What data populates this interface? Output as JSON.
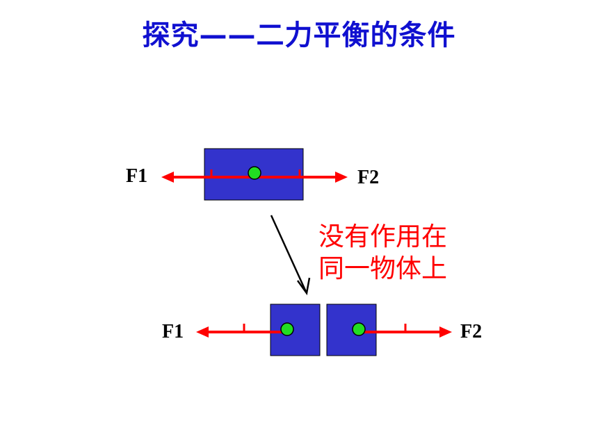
{
  "slide": {
    "title": "探究——二力平衡的条件"
  },
  "top_setup": {
    "left_force": "F1",
    "right_force": "F2"
  },
  "bottom_setup": {
    "left_force": "F1",
    "right_force": "F2"
  },
  "note": {
    "line1": "没有作用在",
    "line2": "同一物体上"
  },
  "colors": {
    "title": "#1010d0",
    "block_fill": "#3333cc",
    "force_arrow": "#ff0000",
    "point": "#22dd22",
    "note": "#ff0000"
  }
}
